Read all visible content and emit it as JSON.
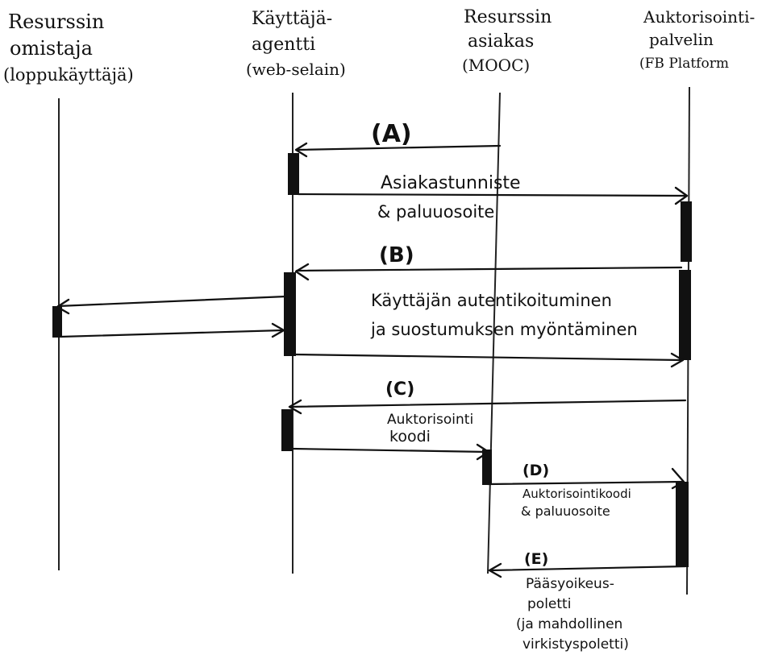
{
  "participants": [
    {
      "id": "owner",
      "lines": [
        "Resurssin",
        "omistaja",
        "(loppukäyttäjä)"
      ]
    },
    {
      "id": "agent",
      "lines": [
        "Käyttäjä-",
        "agentti",
        "(web-selain)"
      ]
    },
    {
      "id": "client",
      "lines": [
        "Resurssin",
        "asiakas",
        "(MOOC)"
      ]
    },
    {
      "id": "auth",
      "lines": [
        "Auktorisointi-",
        "palvelin",
        "(FB Platform"
      ]
    }
  ],
  "steps": {
    "a": "(A)",
    "b": "(B)",
    "c": "(C)",
    "d": "(D)",
    "e": "(E)"
  },
  "messages": {
    "client_id": [
      "Asiakastunniste",
      "& paluuosoite"
    ],
    "user_auth": [
      "Käyttäjän autentikoituminen",
      "ja suostumuksen myöntäminen"
    ],
    "auth_code": [
      "Auktorisointi",
      "koodi"
    ],
    "code_redirect": [
      "Auktorisointikoodi",
      "& paluuosoite"
    ],
    "access_token": [
      "Pääsyoikeus-",
      "poletti",
      "(ja mahdollinen",
      "virkistyspoletti)"
    ]
  }
}
